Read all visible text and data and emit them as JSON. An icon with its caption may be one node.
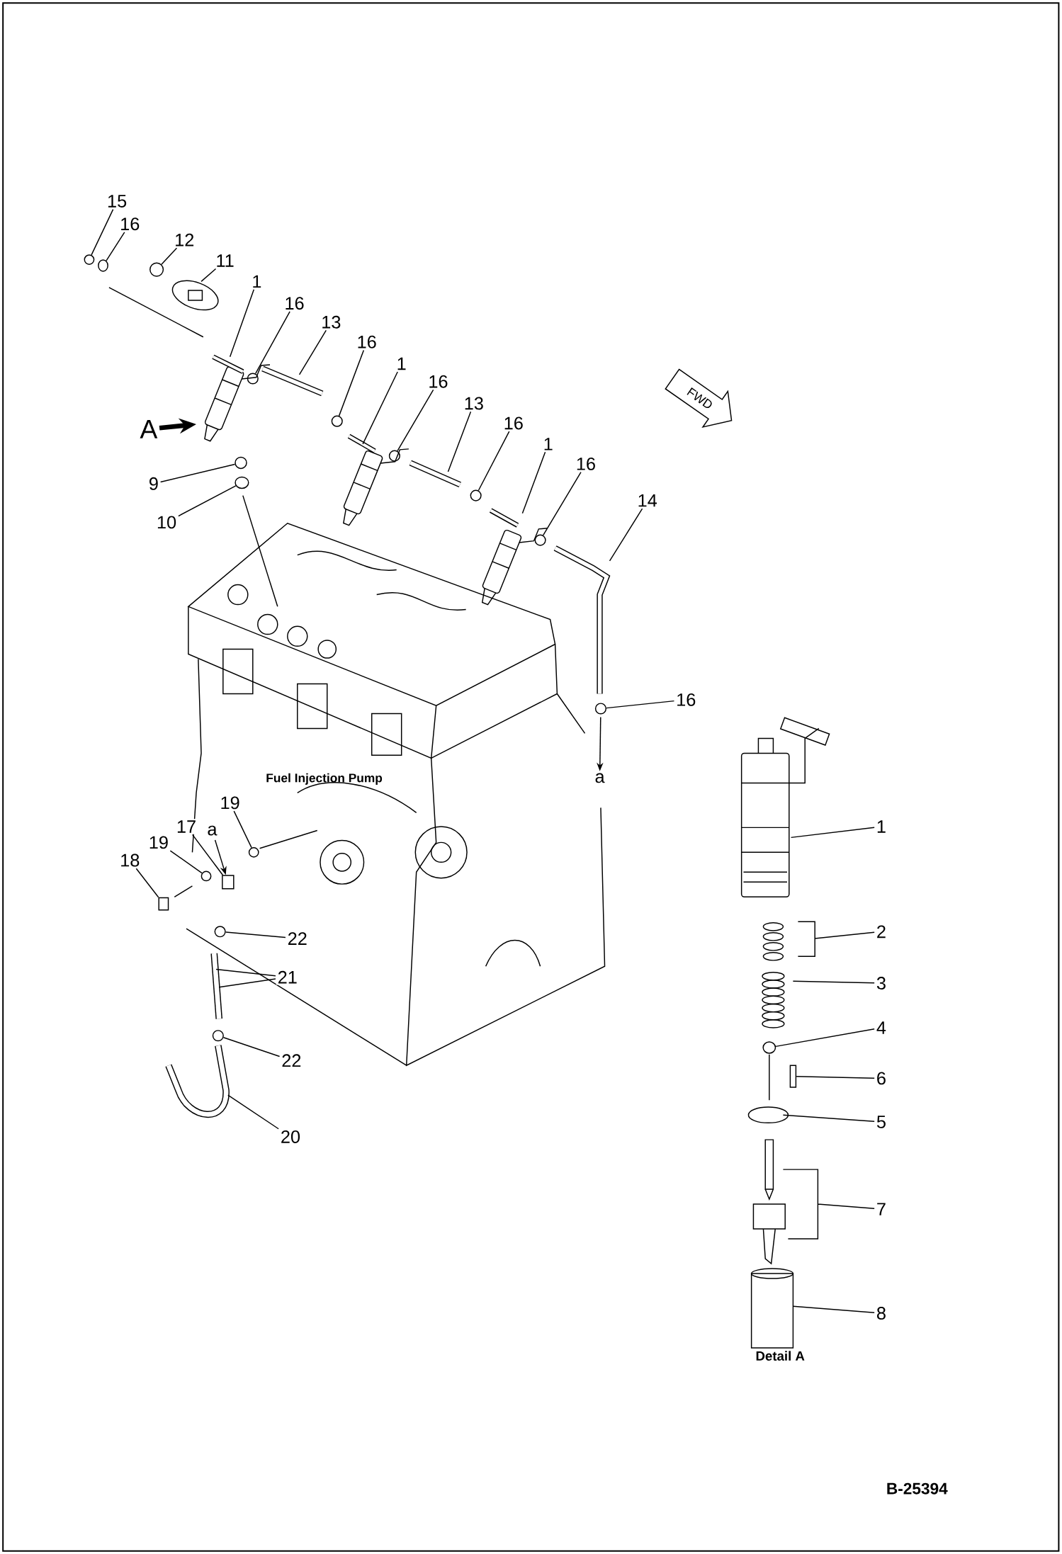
{
  "diagram": {
    "nodes": [
      {
        "text": [
          "15"
        ]
      },
      {
        "text": [
          "16"
        ]
      },
      {
        "text": [
          "12"
        ]
      },
      {
        "text": [
          "11"
        ]
      },
      {
        "text": [
          "1"
        ]
      },
      {
        "text": [
          "16"
        ]
      },
      {
        "text": [
          "13"
        ]
      },
      {
        "text": [
          "16"
        ]
      },
      {
        "text": [
          "1"
        ]
      },
      {
        "text": [
          "16"
        ]
      },
      {
        "text": [
          "13"
        ]
      },
      {
        "text": [
          "A"
        ]
      },
      {
        "text": [
          "16"
        ]
      },
      {
        "text": [
          "1"
        ]
      },
      {
        "text": [
          "16"
        ]
      },
      {
        "text": [
          "9"
        ]
      },
      {
        "text": [
          "14"
        ]
      },
      {
        "text": [
          "10"
        ]
      },
      {
        "text": [
          "16"
        ]
      },
      {
        "text": [
          "a"
        ]
      },
      {
        "text": [
          "19"
        ]
      },
      {
        "text": [
          "17"
        ]
      },
      {
        "text": [
          "a"
        ]
      },
      {
        "text": [
          "19"
        ]
      },
      {
        "text": [
          "18"
        ]
      },
      {
        "text": [
          "22"
        ]
      },
      {
        "text": [
          "21"
        ]
      },
      {
        "text": [
          "22"
        ]
      },
      {
        "text": [
          "20"
        ]
      },
      {
        "text": [
          "1"
        ]
      },
      {
        "text": [
          "2"
        ]
      },
      {
        "text": [
          "3"
        ]
      },
      {
        "text": [
          "4"
        ]
      },
      {
        "text": [
          "6"
        ]
      },
      {
        "text": [
          "5"
        ]
      },
      {
        "text": [
          "7"
        ]
      },
      {
        "text": [
          "8"
        ]
      },
      {
        "text": [],
        "shape": "circle"
      },
      {
        "text": [],
        "shape": "circle"
      },
      {
        "text": [],
        "shape": "circle"
      },
      {
        "text": [],
        "shape": "circle"
      },
      {
        "text": [],
        "shape": "circle"
      },
      {
        "text": [],
        "shape": "circle"
      },
      {
        "text": [],
        "shape": "circle"
      },
      {
        "text": [],
        "shape": "circle"
      },
      {
        "text": [],
        "shape": "circle"
      },
      {
        "text": [],
        "shape": "circle"
      },
      {
        "text": [],
        "shape": "circle"
      },
      {
        "text": [],
        "shape": "circle"
      },
      {
        "text": [],
        "shape": "box"
      },
      {
        "text": [],
        "shape": "circle"
      },
      {
        "text": [],
        "shape": "box"
      },
      {
        "text": [],
        "shape": "circle"
      },
      {
        "text": [],
        "shape": "circle"
      },
      {
        "text": [],
        "shape": "circle"
      },
      {
        "text": [],
        "shape": "box"
      }
    ],
    "edges": [
      {
        "from": 0,
        "to": 37,
        "arrow": "none"
      },
      {
        "from": 1,
        "to": 38,
        "arrow": "none"
      },
      {
        "from": 2,
        "to": 39,
        "arrow": "none"
      },
      {
        "from": 3,
        "to": null,
        "arrow": "none"
      },
      {
        "from": 4,
        "to": null,
        "arrow": "none"
      },
      {
        "from": 5,
        "to": 40,
        "arrow": "none"
      },
      {
        "from": 6,
        "to": null,
        "arrow": "none"
      },
      {
        "from": 7,
        "to": 41,
        "arrow": "none"
      },
      {
        "from": 8,
        "to": null,
        "arrow": "none"
      },
      {
        "from": 9,
        "to": 42,
        "arrow": "none"
      },
      {
        "from": 10,
        "to": null,
        "arrow": "none"
      },
      {
        "from": 11,
        "to": null,
        "arrow": "to",
        "style": "thick"
      },
      {
        "from": 12,
        "to": 43,
        "arrow": "none"
      },
      {
        "from": 13,
        "to": null,
        "arrow": "none"
      },
      {
        "from": 14,
        "to": 44,
        "arrow": "none"
      },
      {
        "from": 15,
        "to": 45,
        "arrow": "none"
      },
      {
        "from": 16,
        "to": null,
        "arrow": "none"
      },
      {
        "from": 17,
        "to": 46,
        "arrow": "none"
      },
      {
        "from": 18,
        "to": 47,
        "arrow": "none"
      },
      {
        "from": 47,
        "to": 19,
        "arrow": "to"
      },
      {
        "from": 20,
        "to": 48,
        "arrow": "none"
      },
      {
        "from": 21,
        "to": 49,
        "arrow": "none"
      },
      {
        "from": 22,
        "to": 49,
        "arrow": "to"
      },
      {
        "from": 23,
        "to": 50,
        "arrow": "none"
      },
      {
        "from": 24,
        "to": 51,
        "arrow": "none"
      },
      {
        "from": 25,
        "to": 52,
        "arrow": "none"
      },
      {
        "from": 26,
        "to": null,
        "arrow": "none"
      },
      {
        "from": 26,
        "to": null,
        "arrow": "none"
      },
      {
        "from": 27,
        "to": 53,
        "arrow": "none"
      },
      {
        "from": 28,
        "to": null,
        "arrow": "none"
      },
      {
        "from": 29,
        "to": null,
        "arrow": "none"
      },
      {
        "from": 30,
        "to": null,
        "arrow": "none"
      },
      {
        "from": 31,
        "to": null,
        "arrow": "none"
      },
      {
        "from": 32,
        "to": 54,
        "arrow": "none"
      },
      {
        "from": 33,
        "to": 55,
        "arrow": "none"
      },
      {
        "from": 34,
        "to": null,
        "arrow": "none"
      },
      {
        "from": 35,
        "to": null,
        "arrow": "none"
      },
      {
        "from": 36,
        "to": null,
        "arrow": "none"
      }
    ],
    "labels": [
      "FWD",
      "Fuel Injection Pump",
      "Detail A",
      "B-25394"
    ]
  }
}
